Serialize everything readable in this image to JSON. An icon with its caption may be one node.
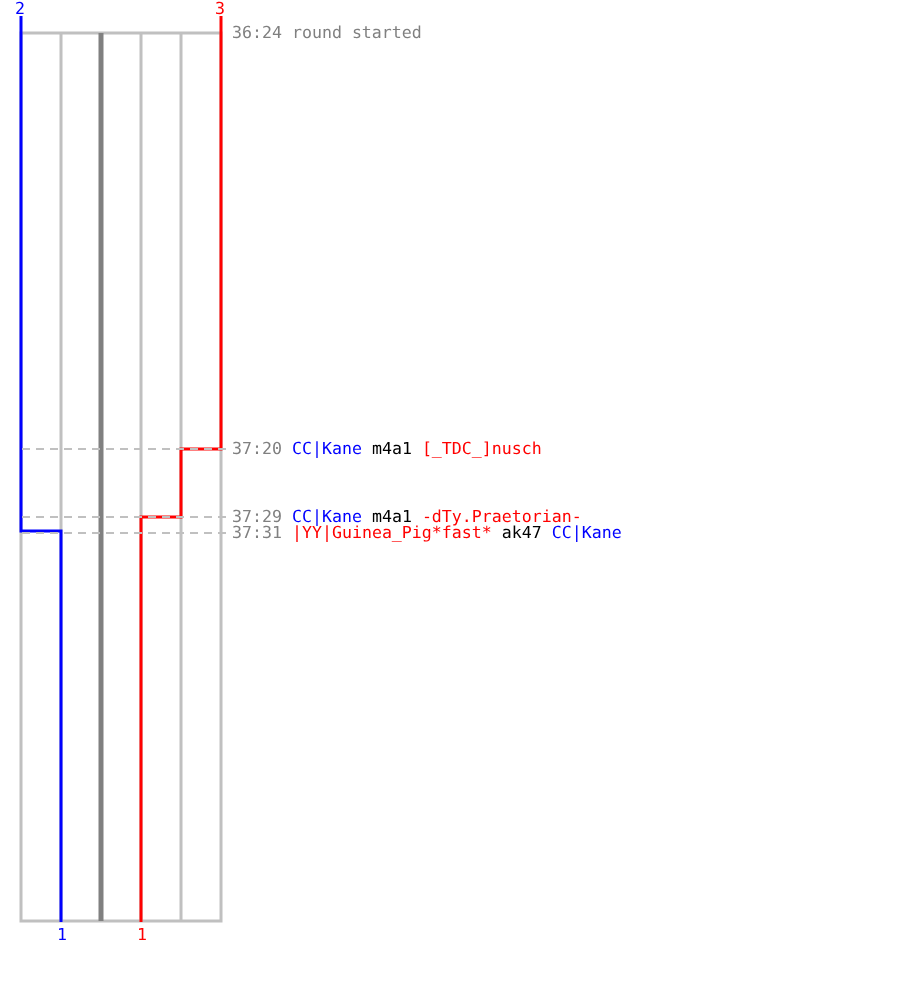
{
  "diagram": {
    "nodes": [
      {
        "text": [
          "37:20",
          "CC|Kane",
          "m4a1",
          "[_TDC_]nusch"
        ]
      },
      {
        "text": [
          "37:29",
          "CC|Kane",
          "m4a1",
          "-dTy.Praetorian-"
        ]
      },
      {
        "text": [
          "37:31",
          "|YY|Guinea_Pig*fast*",
          "ak47",
          "CC|Kane"
        ]
      }
    ],
    "edges": [
      {
        "from": 0,
        "to": null,
        "arrow": "none",
        "style": "dashed"
      },
      {
        "from": 1,
        "to": null,
        "arrow": "none",
        "style": "dashed"
      },
      {
        "from": 2,
        "to": null,
        "arrow": "none",
        "style": "dashed"
      }
    ],
    "labels": [
      "2",
      "3",
      "36:24 round started",
      "1",
      "1"
    ]
  }
}
